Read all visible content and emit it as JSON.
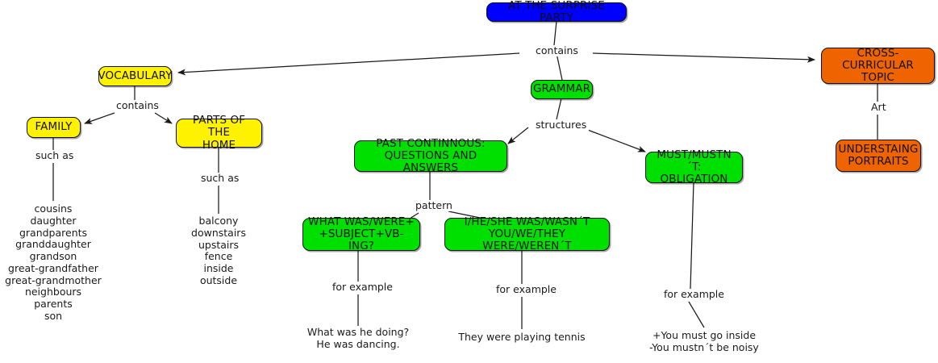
{
  "map": {
    "title": "AT THE SURPRISE PARTY",
    "colors": {
      "root": "#0000FF",
      "vocabulary": "#FFF200",
      "grammar": "#00E000",
      "cross_curricular": "#F06400",
      "edge": "#1A1A1A",
      "text": "#1A1A1A",
      "background": "#FFFFFF"
    }
  },
  "nodes": {
    "root": {
      "label": "AT THE SURPRISE PARTY"
    },
    "vocabulary": {
      "label": "VOCABULARY"
    },
    "family": {
      "label": "FAMILY"
    },
    "parts_of_home": {
      "label": "PARTS OF THE\nHOME"
    },
    "grammar": {
      "label": "GRAMMAR"
    },
    "past_continuous": {
      "label": "PAST CONTINNOUS:\nQUESTIONS AND ANSWERS"
    },
    "must_mustnt": {
      "label": "MUST/MUSTN´T:\nOBLIGATION"
    },
    "pattern_question": {
      "label": "WHAT WAS/WERE+\n+SUBJECT+VB-ING?"
    },
    "pattern_answer": {
      "label": "I/HE/SHE WAS/WASN´T\nYOU/WE/THEY WERE/WEREN´T"
    },
    "cross_curricular": {
      "label": "CROSS-CURRICULAR\nTOPIC"
    },
    "understanding_portraits": {
      "label": "UNDERSTAING\nPORTRAITS"
    }
  },
  "link_labels": {
    "root_contains": "contains",
    "vocabulary_contains": "contains",
    "family_such_as": "such as",
    "home_such_as": "such as",
    "grammar_structures": "structures",
    "past_continuous_pattern": "pattern",
    "question_for_example": "for example",
    "answer_for_example": "for example",
    "must_for_example": "for example",
    "cross_curricular_art": "Art"
  },
  "leaves": {
    "family_words": "cousins\ndaughter\ngrandparents\ngranddaughter\ngrandson\ngreat-grandfather\ngreat-grandmother\nneighbours\nparents\nson",
    "home_words": "balcony\ndownstairs\nupstairs\nfence\ninside\noutside",
    "question_example": "What was he doing?\nHe was dancing.",
    "answer_example": "They were playing tennis",
    "must_example": "+You must go inside\n-You mustn´t be noisy"
  }
}
